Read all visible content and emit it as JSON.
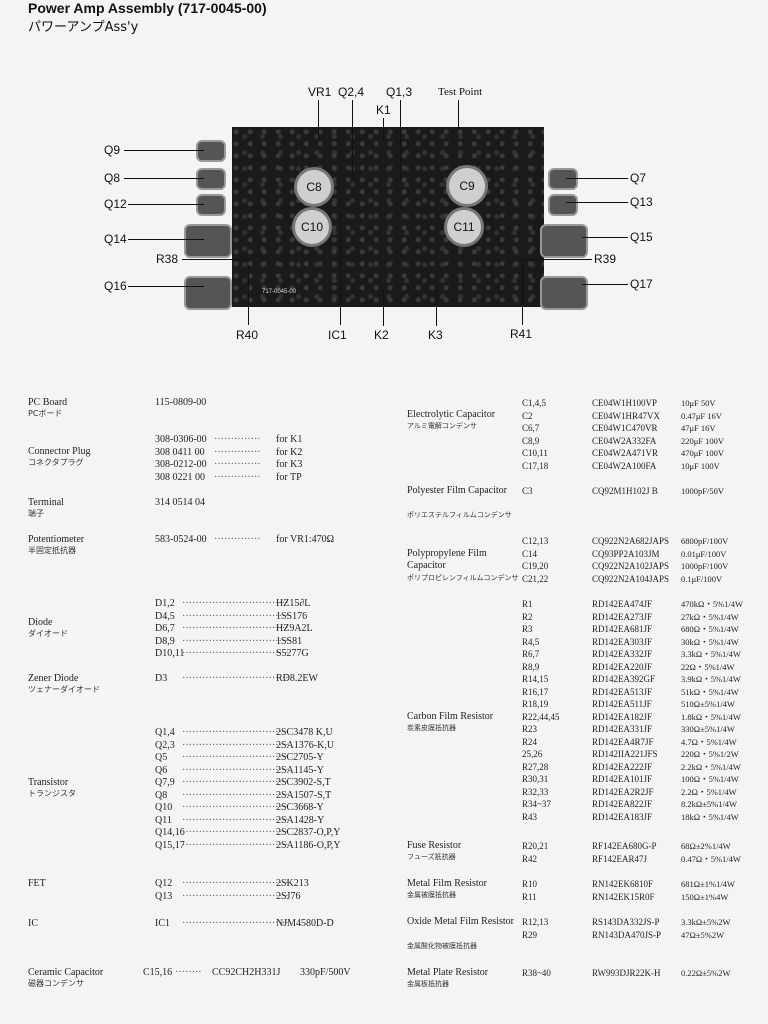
{
  "header": {
    "title": "Power Amp Assembly (717-0045-00)",
    "subtitle": "パワーアンプAss'y"
  },
  "board": {
    "labels": {
      "vr1": "VR1",
      "q24": "Q2,4",
      "q13": "Q1,3",
      "k1": "K1",
      "tp": "Test Point",
      "q9": "Q9",
      "q8": "Q8",
      "q12": "Q12",
      "q14": "Q14",
      "r38": "R38",
      "q16": "Q16",
      "r40": "R40",
      "ic1": "IC1",
      "k2": "K2",
      "k3": "K3",
      "r41": "R41",
      "q7": "Q7",
      "q13r": "Q13",
      "q15": "Q15",
      "r39": "R39",
      "q17": "Q17"
    },
    "caps": {
      "c8": "C8",
      "c9": "C9",
      "c10": "C10",
      "c11": "C11"
    },
    "pcb_text": "717-0045-00"
  },
  "left": [
    {
      "en": "PC Board",
      "jp": "PCボード",
      "items": [
        [
          "115-0809-00",
          "",
          ""
        ]
      ]
    },
    {
      "en": "Connector Plug",
      "jp": "コネクタプラグ",
      "items": [
        [
          "308-0306-00",
          "for K1"
        ],
        [
          "308 0411 00",
          "for K2"
        ],
        [
          "308-0212-00",
          "for K3"
        ],
        [
          "308 0221 00",
          "for TP"
        ]
      ]
    },
    {
      "en": "Terminal",
      "jp": "端子",
      "items": [
        [
          "314 0514 04",
          ""
        ]
      ]
    },
    {
      "en": "Potentiometer",
      "jp": "半固定抵抗器",
      "items": [
        [
          "583-0524-00",
          "for VR1:470Ω"
        ]
      ]
    },
    {
      "en": "Diode",
      "jp": "ダイオード",
      "items": [
        [
          "D1,2",
          "HZ15∂L"
        ],
        [
          "D4,5",
          "1SS176"
        ],
        [
          "D6,7",
          "HZ9A2L"
        ],
        [
          "D8,9",
          "1SS81"
        ],
        [
          "D10,11",
          "S5277G"
        ]
      ]
    },
    {
      "en": "Zener Diode",
      "jp": "ツェナーダイオード",
      "items": [
        [
          "D3",
          "RD8.2EW"
        ]
      ]
    },
    {
      "en": "Transistor",
      "jp": "トランジスタ",
      "items": [
        [
          "Q1,4",
          "2SC3478 K,U"
        ],
        [
          "Q2,3",
          "2SA1376-K,U"
        ],
        [
          "Q5",
          "2SC2705-Y"
        ],
        [
          "Q6",
          "2SA1145-Y"
        ],
        [
          "Q7,9",
          "2SC3902-S,T"
        ],
        [
          "Q8",
          "2SA1507-S,T"
        ],
        [
          "Q10",
          "2SC3668-Y"
        ],
        [
          "Q11",
          "2SA1428-Y"
        ],
        [
          "Q14,16",
          "2SC2837-O,P,Y"
        ],
        [
          "Q15,17",
          "2SA1186-O,P,Y"
        ]
      ]
    },
    {
      "en": "FET",
      "jp": "",
      "items": [
        [
          "Q12",
          "2SK213"
        ],
        [
          "Q13",
          "2SJ76"
        ]
      ]
    },
    {
      "en": "IC",
      "jp": "",
      "items": [
        [
          "IC1",
          "NJM4580D-D"
        ]
      ]
    },
    {
      "en": "Ceramic Capacitor",
      "jp": "磁器コンデンサ",
      "items": [
        [
          "C15,16",
          "CC92CH2H331J",
          "330pF/500V"
        ]
      ]
    }
  ],
  "right": [
    {
      "en": "Electrolytic Capacitor",
      "jp": "アルミ電解コンデンサ",
      "items": [
        [
          "C1,4,5",
          "CE04W1H100VP",
          "10μF 50V"
        ],
        [
          "C2",
          "CE04W1HR47VX",
          "0.47μF 16V"
        ],
        [
          "C6,7",
          "CE04W1C470VR",
          "47μF 16V"
        ],
        [
          "C8,9",
          "CE04W2A332FA",
          "220μF 100V"
        ],
        [
          "C10,11",
          "CE04W2A471VR",
          "470μF 100V"
        ],
        [
          "C17,18",
          "CE04W2A100FA",
          "10μF 100V"
        ]
      ]
    },
    {
      "en": "Polyester Film Capacitor",
      "jp": "ポリエステルフィルムコンデンサ",
      "items": [
        [
          "C3",
          "CQ92M1H102J B",
          "1000pF/50V"
        ]
      ]
    },
    {
      "en": "Polypropylene Film Capacitor",
      "jp": "ポリプロピレンフィルムコンデンサ",
      "items": [
        [
          "C12,13",
          "CQ922N2A682JAPS",
          "6800pF/100V"
        ],
        [
          "C14",
          "CQ93PP2A103JM",
          "0.01μF/100V"
        ],
        [
          "C19,20",
          "CQ922N2A102JAPS",
          "1000pF/100V"
        ],
        [
          "C21,22",
          "CQ922N2A104JAPS",
          "0.1μF/100V"
        ]
      ]
    },
    {
      "en": "Carbon Film Resistor",
      "jp": "炭素皮膜抵抗器",
      "items": [
        [
          "R1",
          "RD142EA474JF",
          "470kΩ・5%1/4W"
        ],
        [
          "R2",
          "RD142EA273JF",
          "27kΩ・5%1/4W"
        ],
        [
          "R3",
          "RD142EA681JF",
          "680Ω・5%1/4W"
        ],
        [
          "R4,5",
          "RD142EA303JF",
          "30kΩ・5%1/4W"
        ],
        [
          "R6,7",
          "RD142EA332JF",
          "3.3kΩ・5%1/4W"
        ],
        [
          "R8,9",
          "RD142EA220JF",
          "22Ω・5%1/4W"
        ],
        [
          "R14,15",
          "RD142EA392GF",
          "3.9kΩ・5%1/4W"
        ],
        [
          "R16,17",
          "RD142EA513JF",
          "51kΩ・5%1/4W"
        ],
        [
          "R18,19",
          "RD142EA511JF",
          "510Ω±5%1/4W"
        ],
        [
          "R22,44,45",
          "RD142EA182JF",
          "1.8kΩ・5%1/4W"
        ],
        [
          "R23",
          "RD142EA331JF",
          "330Ω±5%1/4W"
        ],
        [
          "R24",
          "RD142EA4R7JF",
          "4.7Ω・5%1/4W"
        ],
        [
          "25,26",
          "RD142IIA221JFS",
          "220Ω・5%1/2W"
        ],
        [
          "R27,28",
          "RD142EA222JF",
          "2.2kΩ・5%1/4W"
        ],
        [
          "R30,31",
          "RD142EA101JF",
          "100Ω・5%1/4W"
        ],
        [
          "R32,33",
          "RD142EA2R2JF",
          "2.2Ω・5%1/4W"
        ],
        [
          "R34~37",
          "RD142EA822JF",
          "8.2kΩ±5%1/4W"
        ],
        [
          "R43",
          "RD142EA183JF",
          "18kΩ・5%1/4W"
        ]
      ]
    },
    {
      "en": "Fuse Resistor",
      "jp": "フューズ抵抗器",
      "items": [
        [
          "R20,21",
          "RF142EA680G-P",
          "68Ω±2%1/4W"
        ],
        [
          "R42",
          "RF142EAR47J",
          "0.47Ω・5%1/4W"
        ]
      ]
    },
    {
      "en": "Metal Film Resistor",
      "jp": "金属被膜抵抗器",
      "items": [
        [
          "R10",
          "RN142EK6810F",
          "681Ω±1%1/4W"
        ],
        [
          "R11",
          "RN142EK15R0F",
          "150Ω±1%4W"
        ]
      ]
    },
    {
      "en": "Oxide Metal Film Resistor",
      "jp": "金属酸化物被膜抵抗器",
      "items": [
        [
          "R12,13",
          "RS143DA332JS-P",
          "3.3kΩ±5%2W"
        ],
        [
          "R29",
          "RN143DA470JS-P",
          "47Ω±5%2W"
        ]
      ]
    },
    {
      "en": "Metal Plate Resistor",
      "jp": "金属板抵抗器",
      "items": [
        [
          "R38~40",
          "RW993DJR22K-H",
          "0.22Ω±5%2W"
        ]
      ]
    }
  ]
}
